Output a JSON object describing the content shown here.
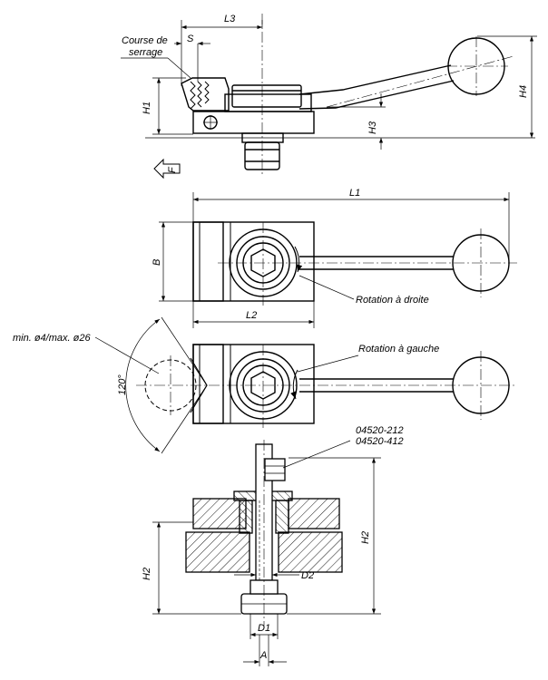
{
  "side_view": {
    "course_label_line1": "Course de",
    "course_label_line2": "serrage",
    "dim_s": "S",
    "dim_l3": "L3",
    "dim_h1": "H1",
    "dim_h3": "H3",
    "dim_h4": "H4",
    "force_label": "F"
  },
  "top_view": {
    "dim_l1": "L1",
    "dim_l2": "L2",
    "dim_b": "B",
    "rotation_right": "Rotation à droite"
  },
  "rotated_view": {
    "diameter_range": "min. ø4/max. ø26",
    "angle": "120°",
    "rotation_left": "Rotation à gauche"
  },
  "section_view": {
    "part_number_1": "04520-212",
    "part_number_2": "04520-412",
    "dim_h2_left": "H2",
    "dim_h2_right": "H2",
    "dim_d1": "D1",
    "dim_d2": "D2",
    "dim_a": "A"
  }
}
